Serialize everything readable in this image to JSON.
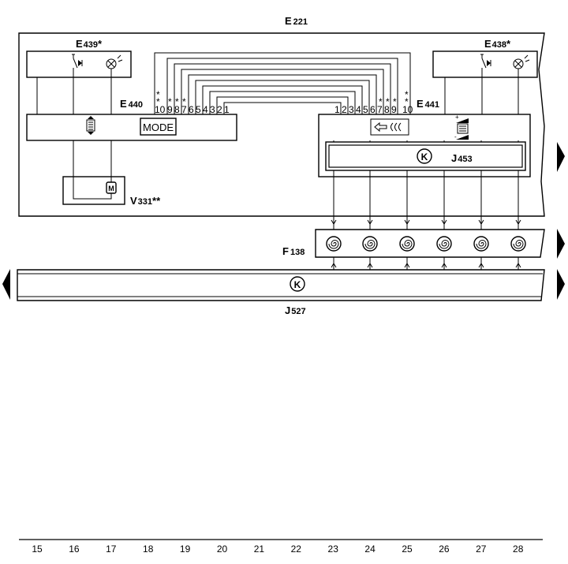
{
  "components": {
    "e221": {
      "letter": "E",
      "number": "221"
    },
    "e439": {
      "letter": "E",
      "number": "439",
      "mark": "*"
    },
    "e438": {
      "letter": "E",
      "number": "438",
      "mark": "*"
    },
    "e440": {
      "letter": "E",
      "number": "440",
      "button": "MODE"
    },
    "e441": {
      "letter": "E",
      "number": "441"
    },
    "v331": {
      "letter": "V",
      "number": "331",
      "mark": "**",
      "symbol": "M"
    },
    "j453": {
      "letter": "J",
      "number": "453",
      "symbol": "K"
    },
    "f138": {
      "letter": "F",
      "number": "138"
    },
    "j527": {
      "letter": "J",
      "number": "527",
      "symbol": "K"
    }
  },
  "pins_left": [
    "10",
    "9",
    "8",
    "7",
    "6",
    "5",
    "4",
    "3",
    "2",
    "1"
  ],
  "pins_right": [
    "1",
    "2",
    "3",
    "4",
    "5",
    "6",
    "7",
    "8",
    "9",
    "10"
  ],
  "pin_marks": "*",
  "grid": [
    "15",
    "16",
    "17",
    "18",
    "19",
    "20",
    "21",
    "22",
    "23",
    "24",
    "25",
    "26",
    "27",
    "28"
  ],
  "icons": [
    "switch-icon",
    "lamp-icon",
    "scroll-icon",
    "motor-icon",
    "cruise-control-icon",
    "clock-spring-icon",
    "connector-arrow-icon"
  ]
}
